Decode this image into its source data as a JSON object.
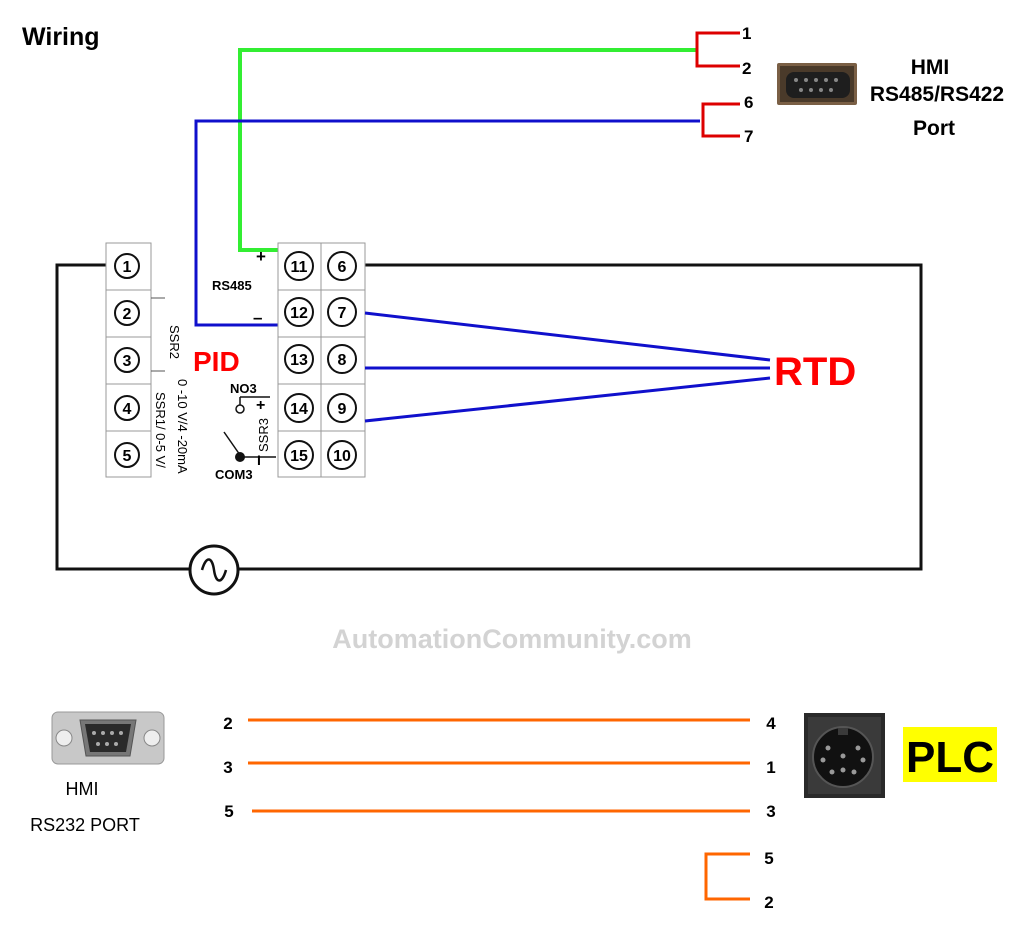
{
  "title": "Wiring",
  "colors": {
    "green_wire": "#33ee33",
    "blue_wire": "#1010cc",
    "red_wire": "#dd0000",
    "orange_wire": "#ff6600",
    "label_red": "#ff0000",
    "plc_bg": "#ffff00",
    "watermark": "#d3d3d3"
  },
  "hmi_rs485": {
    "label_line1": "HMI",
    "label_line2": "RS485/RS422",
    "label_line3": "Port",
    "pins": [
      "1",
      "2",
      "6",
      "7"
    ],
    "icon": "db9-connector-icon"
  },
  "pid": {
    "label": "PID",
    "rs485_label": "RS485",
    "plus": "+",
    "minus": "–",
    "ssr2_label": "SSR2",
    "ssr1_label": "SSR1/ 0-5 V/",
    "ssr1_label2": "0 -10 V/4 -20mA",
    "ssr3_label": "SSR3",
    "ssr3_plus": "+",
    "ssr3_minus": "I",
    "no3_label": "NO3",
    "com3_label": "COM3",
    "left_terminals": [
      "1",
      "2",
      "3",
      "4",
      "5"
    ],
    "middle_terminals": [
      "11",
      "12",
      "13",
      "14",
      "15"
    ],
    "right_terminals": [
      "6",
      "7",
      "8",
      "9",
      "10"
    ]
  },
  "rtd": {
    "label": "RTD"
  },
  "ac_source": {
    "icon": "ac-source-icon"
  },
  "watermark": "AutomationCommunity.com",
  "hmi_rs232": {
    "label_line1": "HMI",
    "label_line2": "RS232 PORT",
    "left_pins": [
      "2",
      "3",
      "5"
    ],
    "icon": "db9-connector-icon"
  },
  "plc": {
    "label": "PLC",
    "right_pins": [
      "4",
      "1",
      "3"
    ],
    "jumper_pins": [
      "5",
      "2"
    ],
    "icon": "mini-din-connector-icon"
  }
}
